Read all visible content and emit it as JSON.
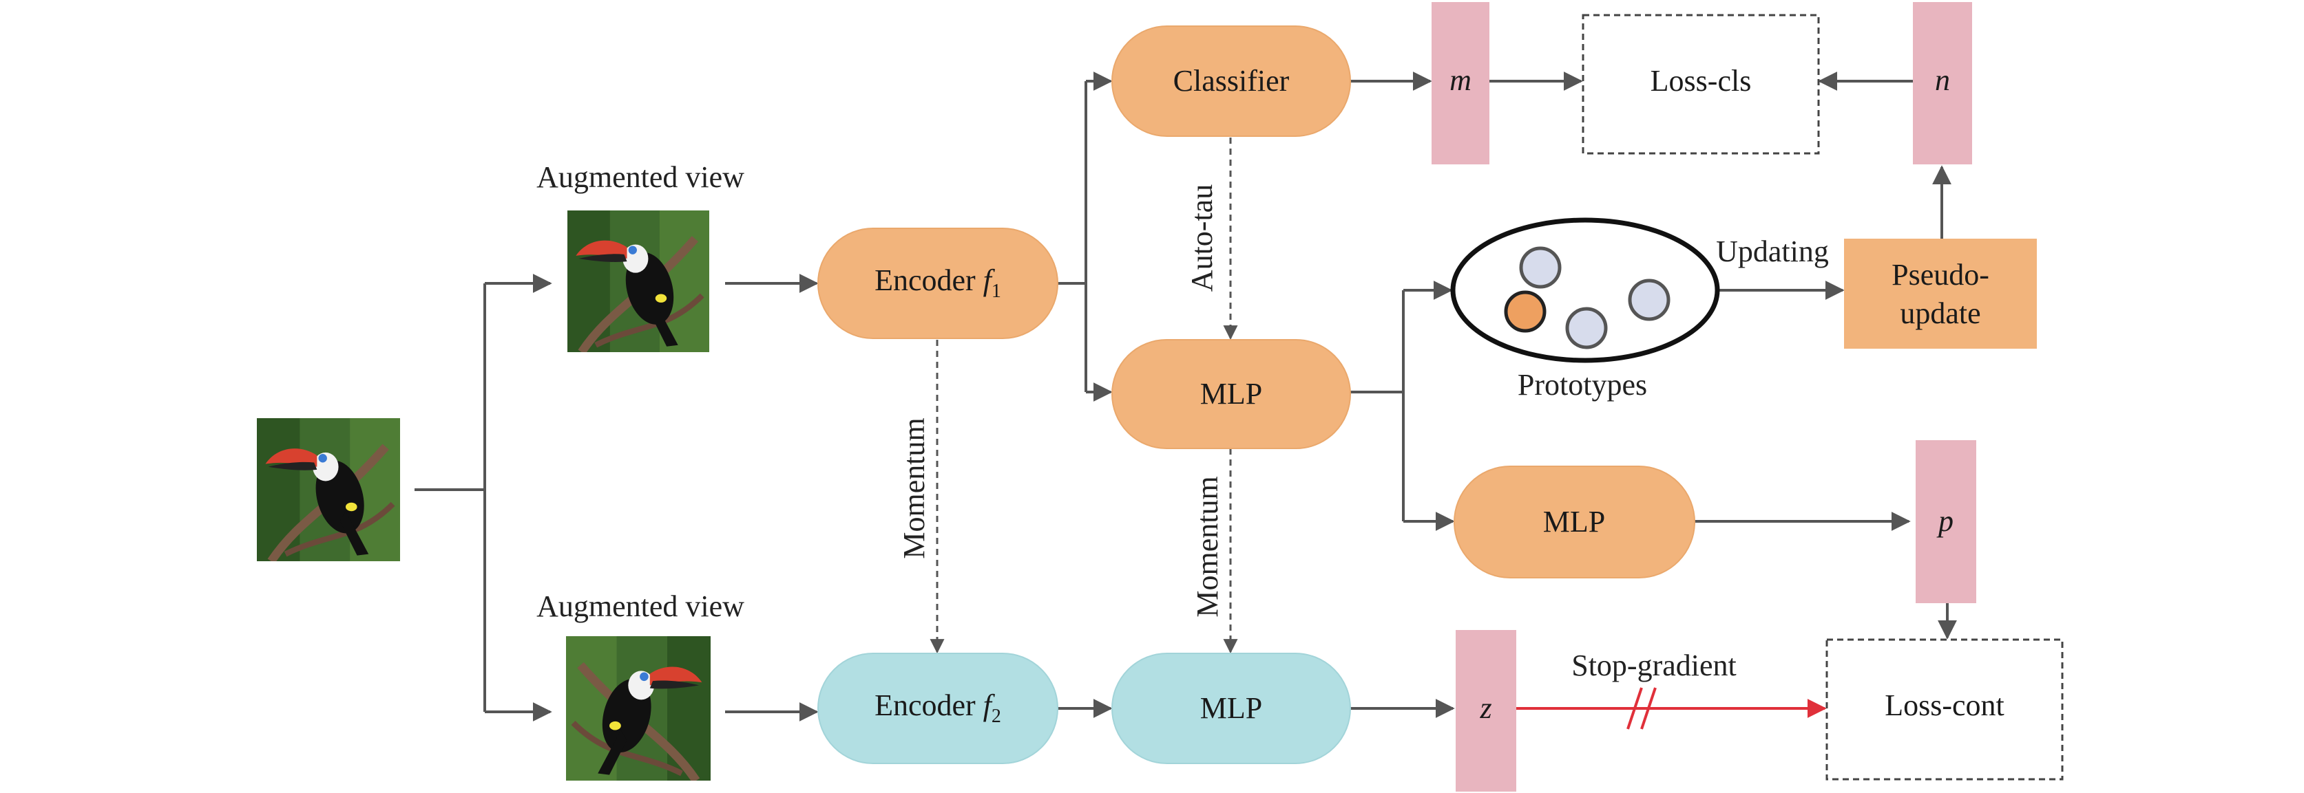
{
  "colors": {
    "orange": "#f2b47c",
    "teal": "#b2dfe3",
    "pink": "#e8b5bf",
    "line": "#555555",
    "stop_gradient": "#e0303a"
  },
  "labels": {
    "aug_view_top": "Augmented view",
    "aug_view_bottom": "Augmented view",
    "encoder_prefix": "Encoder ",
    "encoder_f": "f",
    "encoder1_sub": "1",
    "encoder2_sub": "2",
    "classifier": "Classifier",
    "mlp_top": "MLP",
    "mlp_proj": "MLP",
    "mlp_bottom": "MLP",
    "m": "m",
    "n": "n",
    "p": "p",
    "z": "z",
    "loss_cls": "Loss-cls",
    "loss_cont": "Loss-cont",
    "pseudo_line1": "Pseudo-",
    "pseudo_line2": "update",
    "prototypes": "Prototypes",
    "updating": "Updating",
    "auto_tau": "Auto-tau",
    "momentum_left": "Momentum",
    "momentum_mid": "Momentum",
    "stop_gradient": "Stop-gradient"
  },
  "icons": {
    "input_image": "toucan-photo",
    "aug_image_top": "toucan-photo",
    "aug_image_bottom": "toucan-photo-flipped"
  }
}
